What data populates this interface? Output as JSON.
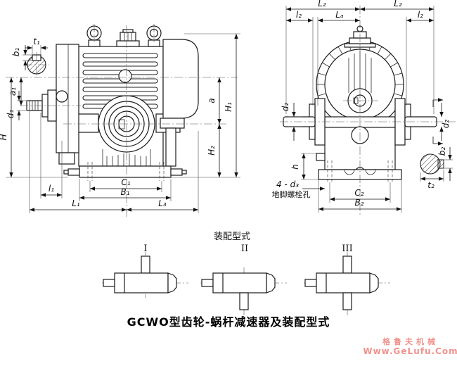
{
  "caption": "GCWO型齿轮-蜗杆减速器及装配型式",
  "front_view": {
    "labels": {
      "t1": "t₁",
      "b1": "b₁",
      "a1": "a₁",
      "d1": "d₁",
      "H": "H",
      "l1": "l₁",
      "C1": "C₁",
      "B1": "B₁",
      "L1": "L₁",
      "L3": "L₃",
      "a": "a",
      "H1": "H₁",
      "H2": "H₂"
    }
  },
  "side_view": {
    "labels": {
      "L2_left": "L₂",
      "l2_left": "l₂",
      "LA": "Lₐ",
      "L2_right": "L₂",
      "l2_right": "l₂",
      "d2_left": "d₂",
      "d2_right": "d₂",
      "h": "h",
      "bolt_count": "4 - d₃",
      "bolt_note": "地脚螺栓孔",
      "C2": "C₂",
      "B2": "B₂",
      "b2": "b₂",
      "t2": "t₂"
    }
  },
  "assembly": {
    "title": "装配型式",
    "types": [
      {
        "label": "I"
      },
      {
        "label": "II"
      },
      {
        "label": "III"
      }
    ]
  },
  "watermark": {
    "brand": "格鲁夫机械",
    "url": "Www.GeLufu.Com",
    "color": "#f0938e"
  }
}
